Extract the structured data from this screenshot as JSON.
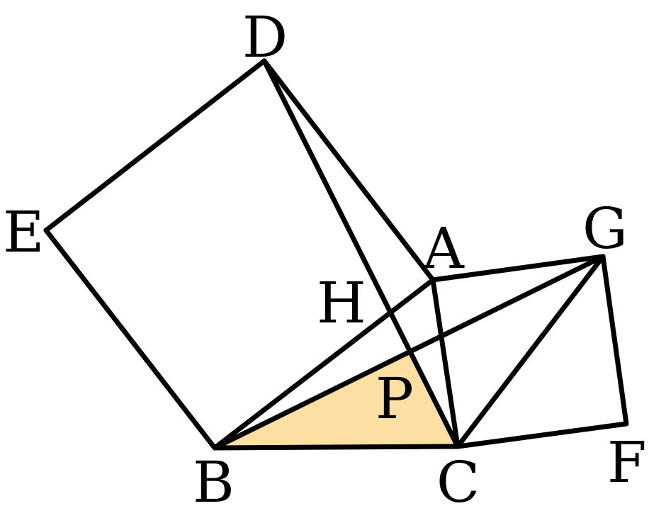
{
  "diagram": {
    "type": "geometry",
    "colors": {
      "line": "#000000",
      "highlight_fill": "#FDDFA3",
      "background": "#FFFFFF"
    },
    "points": {
      "A": "A",
      "B": "B",
      "C": "C",
      "D": "D",
      "E": "E",
      "F": "F",
      "G": "G",
      "H": "H",
      "P": "P"
    },
    "highlighted_region": [
      "B",
      "P",
      "C"
    ]
  }
}
